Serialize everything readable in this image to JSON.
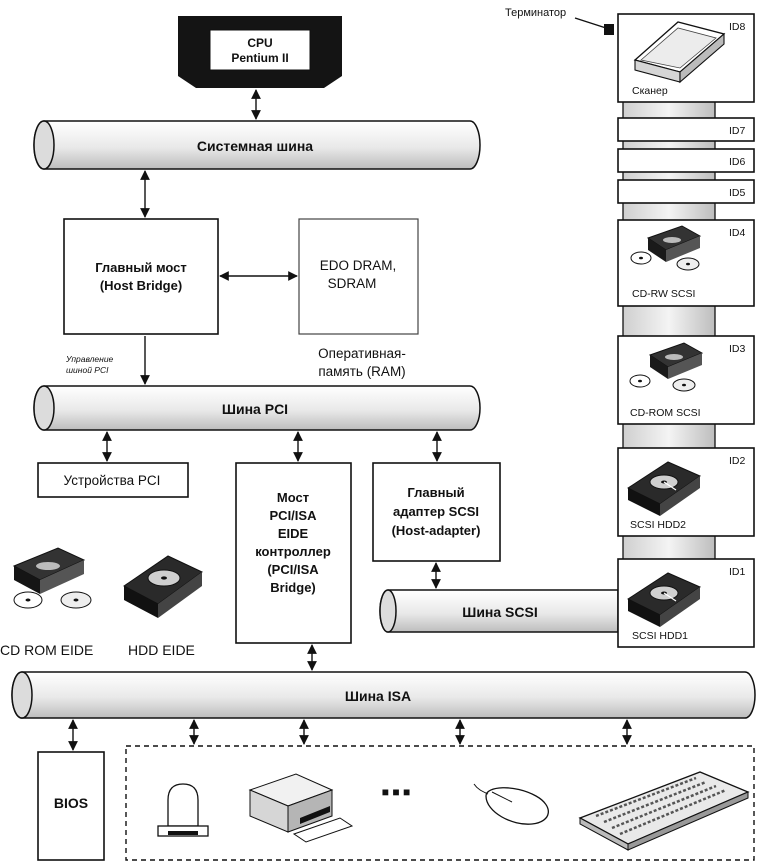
{
  "cpu": {
    "line1": "CPU",
    "line2": "Pentium II"
  },
  "buses": {
    "system": "Системная шина",
    "pci": "Шина PCI",
    "scsi": "Шина SCSI",
    "isa": "Шина ISA"
  },
  "host_bridge": {
    "line1": "Главный мост",
    "line2": "(Host Bridge)"
  },
  "ram_box": {
    "line1": "EDO DRAM,",
    "line2": "SDRAM"
  },
  "ram_caption": {
    "line1": "Оперативная-",
    "line2": "память (RAM)"
  },
  "pci_control": {
    "line1": "Управление",
    "line2": "шиной PCI"
  },
  "pci_devices": "Устройства PCI",
  "pci_isa_bridge": {
    "lines": [
      "Мост",
      "PCI/ISA",
      "EIDE",
      "контроллер",
      "(PCI/ISA",
      "Bridge)"
    ]
  },
  "scsi_adapter": {
    "lines": [
      "Главный",
      "адаптер SCSI",
      "(Host-adapter)"
    ]
  },
  "eide": {
    "cdrom": "CD ROM EIDE",
    "hdd": "HDD EIDE"
  },
  "bios": "BIOS",
  "terminator": "Терминатор",
  "scsi_chain": {
    "scanner": {
      "id": "ID8",
      "label": "Сканер"
    },
    "id7": "ID7",
    "id6": "ID6",
    "id5": "ID5",
    "cdrw": {
      "id": "ID4",
      "label": "CD-RW SCSI"
    },
    "cdrom": {
      "id": "ID3",
      "label": "CD-ROM SCSI"
    },
    "hdd2": {
      "id": "ID2",
      "label": "SCSI HDD2"
    },
    "hdd1": {
      "id": "ID1",
      "label": "SCSI HDD1"
    }
  },
  "peripherals": {
    "ellipsis": "■ ■ ■"
  },
  "icons": [
    "cpu-chip-icon",
    "scanner-icon",
    "cd-rw-drive-icon",
    "cd-rom-drive-icon",
    "hard-disk-icon",
    "bell-device-icon",
    "printer-icon",
    "mouse-icon",
    "keyboard-icon"
  ]
}
